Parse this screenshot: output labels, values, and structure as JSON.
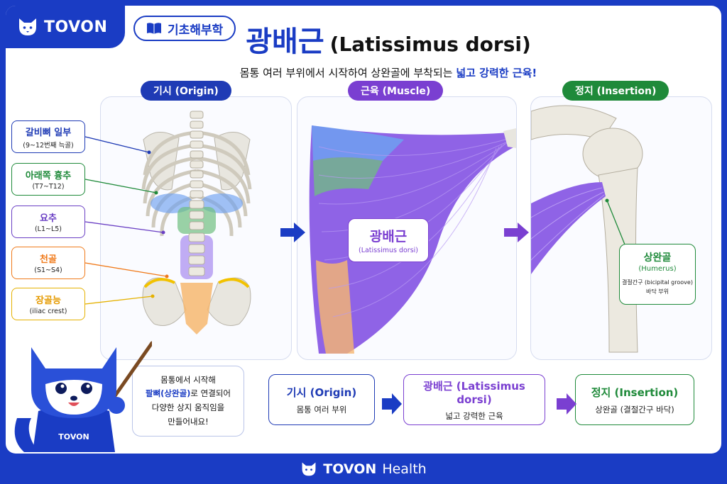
{
  "brand": {
    "name": "TOVON",
    "footer_name": "TOVON",
    "footer_suffix": "Health"
  },
  "tag": {
    "label": "기초해부학"
  },
  "title": {
    "ko": "광배근",
    "en": "(Latissimus dorsi)"
  },
  "subtitle": {
    "text": "몸통 여러 부위에서 시작하여 상완골에 부착되는 ",
    "highlight": "넓고 강력한 근육!"
  },
  "sections": {
    "origin": "기시 (Origin)",
    "muscle": "근육 (Muscle)",
    "insertion": "정지 (Insertion)"
  },
  "origin_labels": [
    {
      "title": "갈비뼈 일부",
      "sub": "(9~12번째 늑골)",
      "color": "#1f3bb5"
    },
    {
      "title": "아래쪽 흉추",
      "sub": "(T7~T12)",
      "color": "#1f8a3a"
    },
    {
      "title": "요추",
      "sub": "(L1~L5)",
      "color": "#6a3fc4"
    },
    {
      "title": "천골",
      "sub": "(S1~S4)",
      "color": "#f07a1a"
    },
    {
      "title": "장골능",
      "sub": "(iliac crest)",
      "color": "#e5b100"
    }
  ],
  "muscle_label": {
    "title": "광배근",
    "sub": "(Latissimus dorsi)"
  },
  "humerus": {
    "title": "상완골",
    "sub": "(Humerus)",
    "detail1": "결절간구 (bicipital groove)",
    "detail2": "바닥 부위"
  },
  "speech": {
    "line1": "몸통에서 시작해",
    "line2_hl": "팔뼈(상완골)",
    "line2": "로 연결되어",
    "line3": "다양한 상지 움직임을",
    "line4": "만들어내요!"
  },
  "mascot": {
    "shirt_text": "TOVON"
  },
  "summary": [
    {
      "title": "기시 (Origin)",
      "sub": "몸통 여러 부위"
    },
    {
      "title": "광배근 (Latissimus dorsi)",
      "sub": "넓고 강력한 근육"
    },
    {
      "title": "정지 (Insertion)",
      "sub": "상완골 (결절간구 바닥)"
    }
  ],
  "colors": {
    "brand": "#1a3cc4",
    "origin": "#1f3bb5",
    "muscle": "#7a3fd1",
    "insertion": "#1f8a3a"
  }
}
